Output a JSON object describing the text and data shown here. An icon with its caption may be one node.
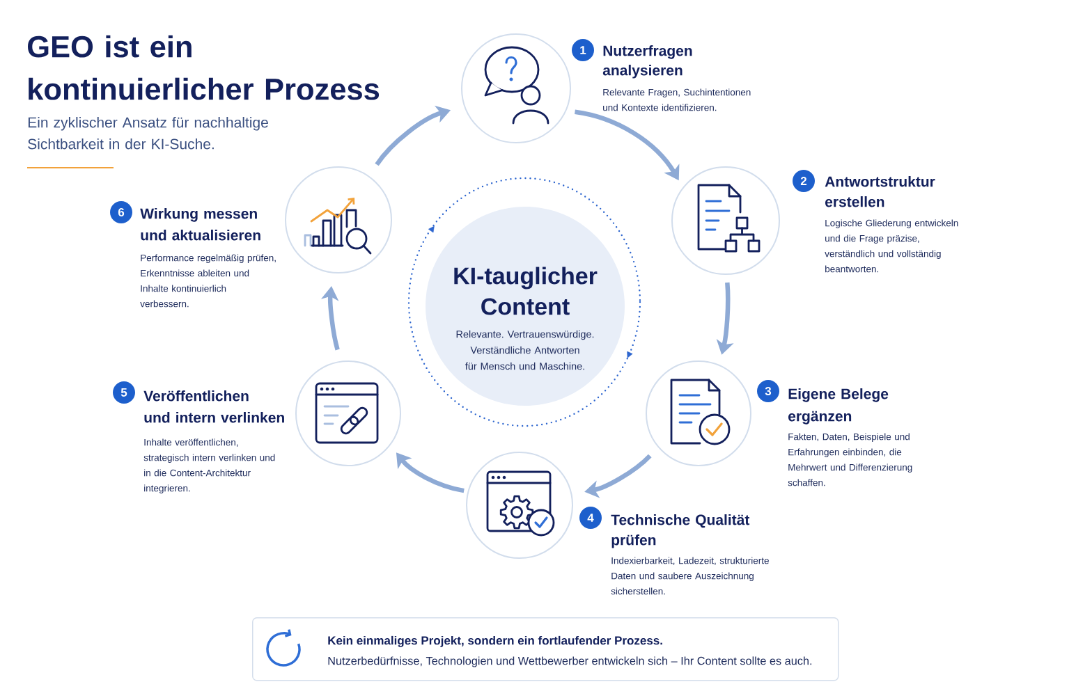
{
  "diagram": {
    "title": "GEO ist ein kontinuierlicher Prozess",
    "nodes": [
      {
        "text": [
          "KI-tauglicher Content",
          "Relevante. Vertrauenswürdige. Verständliche Antworten für Mensch und Maschine."
        ]
      },
      {
        "text": [],
        "shape": "circle",
        "beside": [
          "1",
          "Nutzerfragen analysieren",
          "Relevante Fragen, Suchintentionen und Kontexte identifizieren."
        ]
      },
      {
        "text": [],
        "shape": "circle",
        "beside": [
          "2",
          "Antwortstruktur erstellen",
          "Logische Gliederung entwickeln und die Frage präzise, verständlich und vollständig beantworten."
        ]
      },
      {
        "text": [],
        "shape": "circle",
        "beside": [
          "3",
          "Eigene Belege ergänzen",
          "Fakten, Daten, Beispiele und Erfahrungen einbinden, die Mehrwert und Differenzierung schaffen."
        ]
      },
      {
        "text": [],
        "shape": "circle",
        "beside": [
          "4",
          "Technische Qualität prüfen",
          "Indexierbarkeit, Ladezeit, strukturierte Daten und saubere Auszeichnung sicherstellen."
        ]
      },
      {
        "text": [],
        "shape": "circle",
        "beside": [
          "5",
          "Veröffentlichen und intern verlinken",
          "Inhalte veröffentlichen, strategisch intern verlinken und in die Content-Architektur integrieren."
        ]
      },
      {
        "text": [],
        "shape": "circle",
        "beside": [
          "6",
          "Wirkung messen und aktualisieren",
          "Performance regelmäßig prüfen, Erkenntnisse ableiten und Inhalte kontinuierlich verbessern."
        ]
      },
      {
        "text": [
          "Kein einmaliges Projekt, sondern ein fortlaufender Prozess.",
          "Nutzerbedürfnisse, Technologien und Wettbewerber entwickeln sich – Ihr Content sollte es auch."
        ]
      }
    ],
    "edges": [
      {
        "from": 1,
        "to": 2,
        "arrow": "to"
      },
      {
        "from": 2,
        "to": 3,
        "arrow": "to"
      },
      {
        "from": 3,
        "to": 4,
        "arrow": "to"
      },
      {
        "from": 4,
        "to": 5,
        "arrow": "to"
      },
      {
        "from": 5,
        "to": 6,
        "arrow": "to"
      },
      {
        "from": 6,
        "to": 1,
        "arrow": "to"
      }
    ],
    "labels": [
      "Ein zyklischer Ansatz für nachhaltige Sichtbarkeit in der KI-Suche."
    ]
  }
}
